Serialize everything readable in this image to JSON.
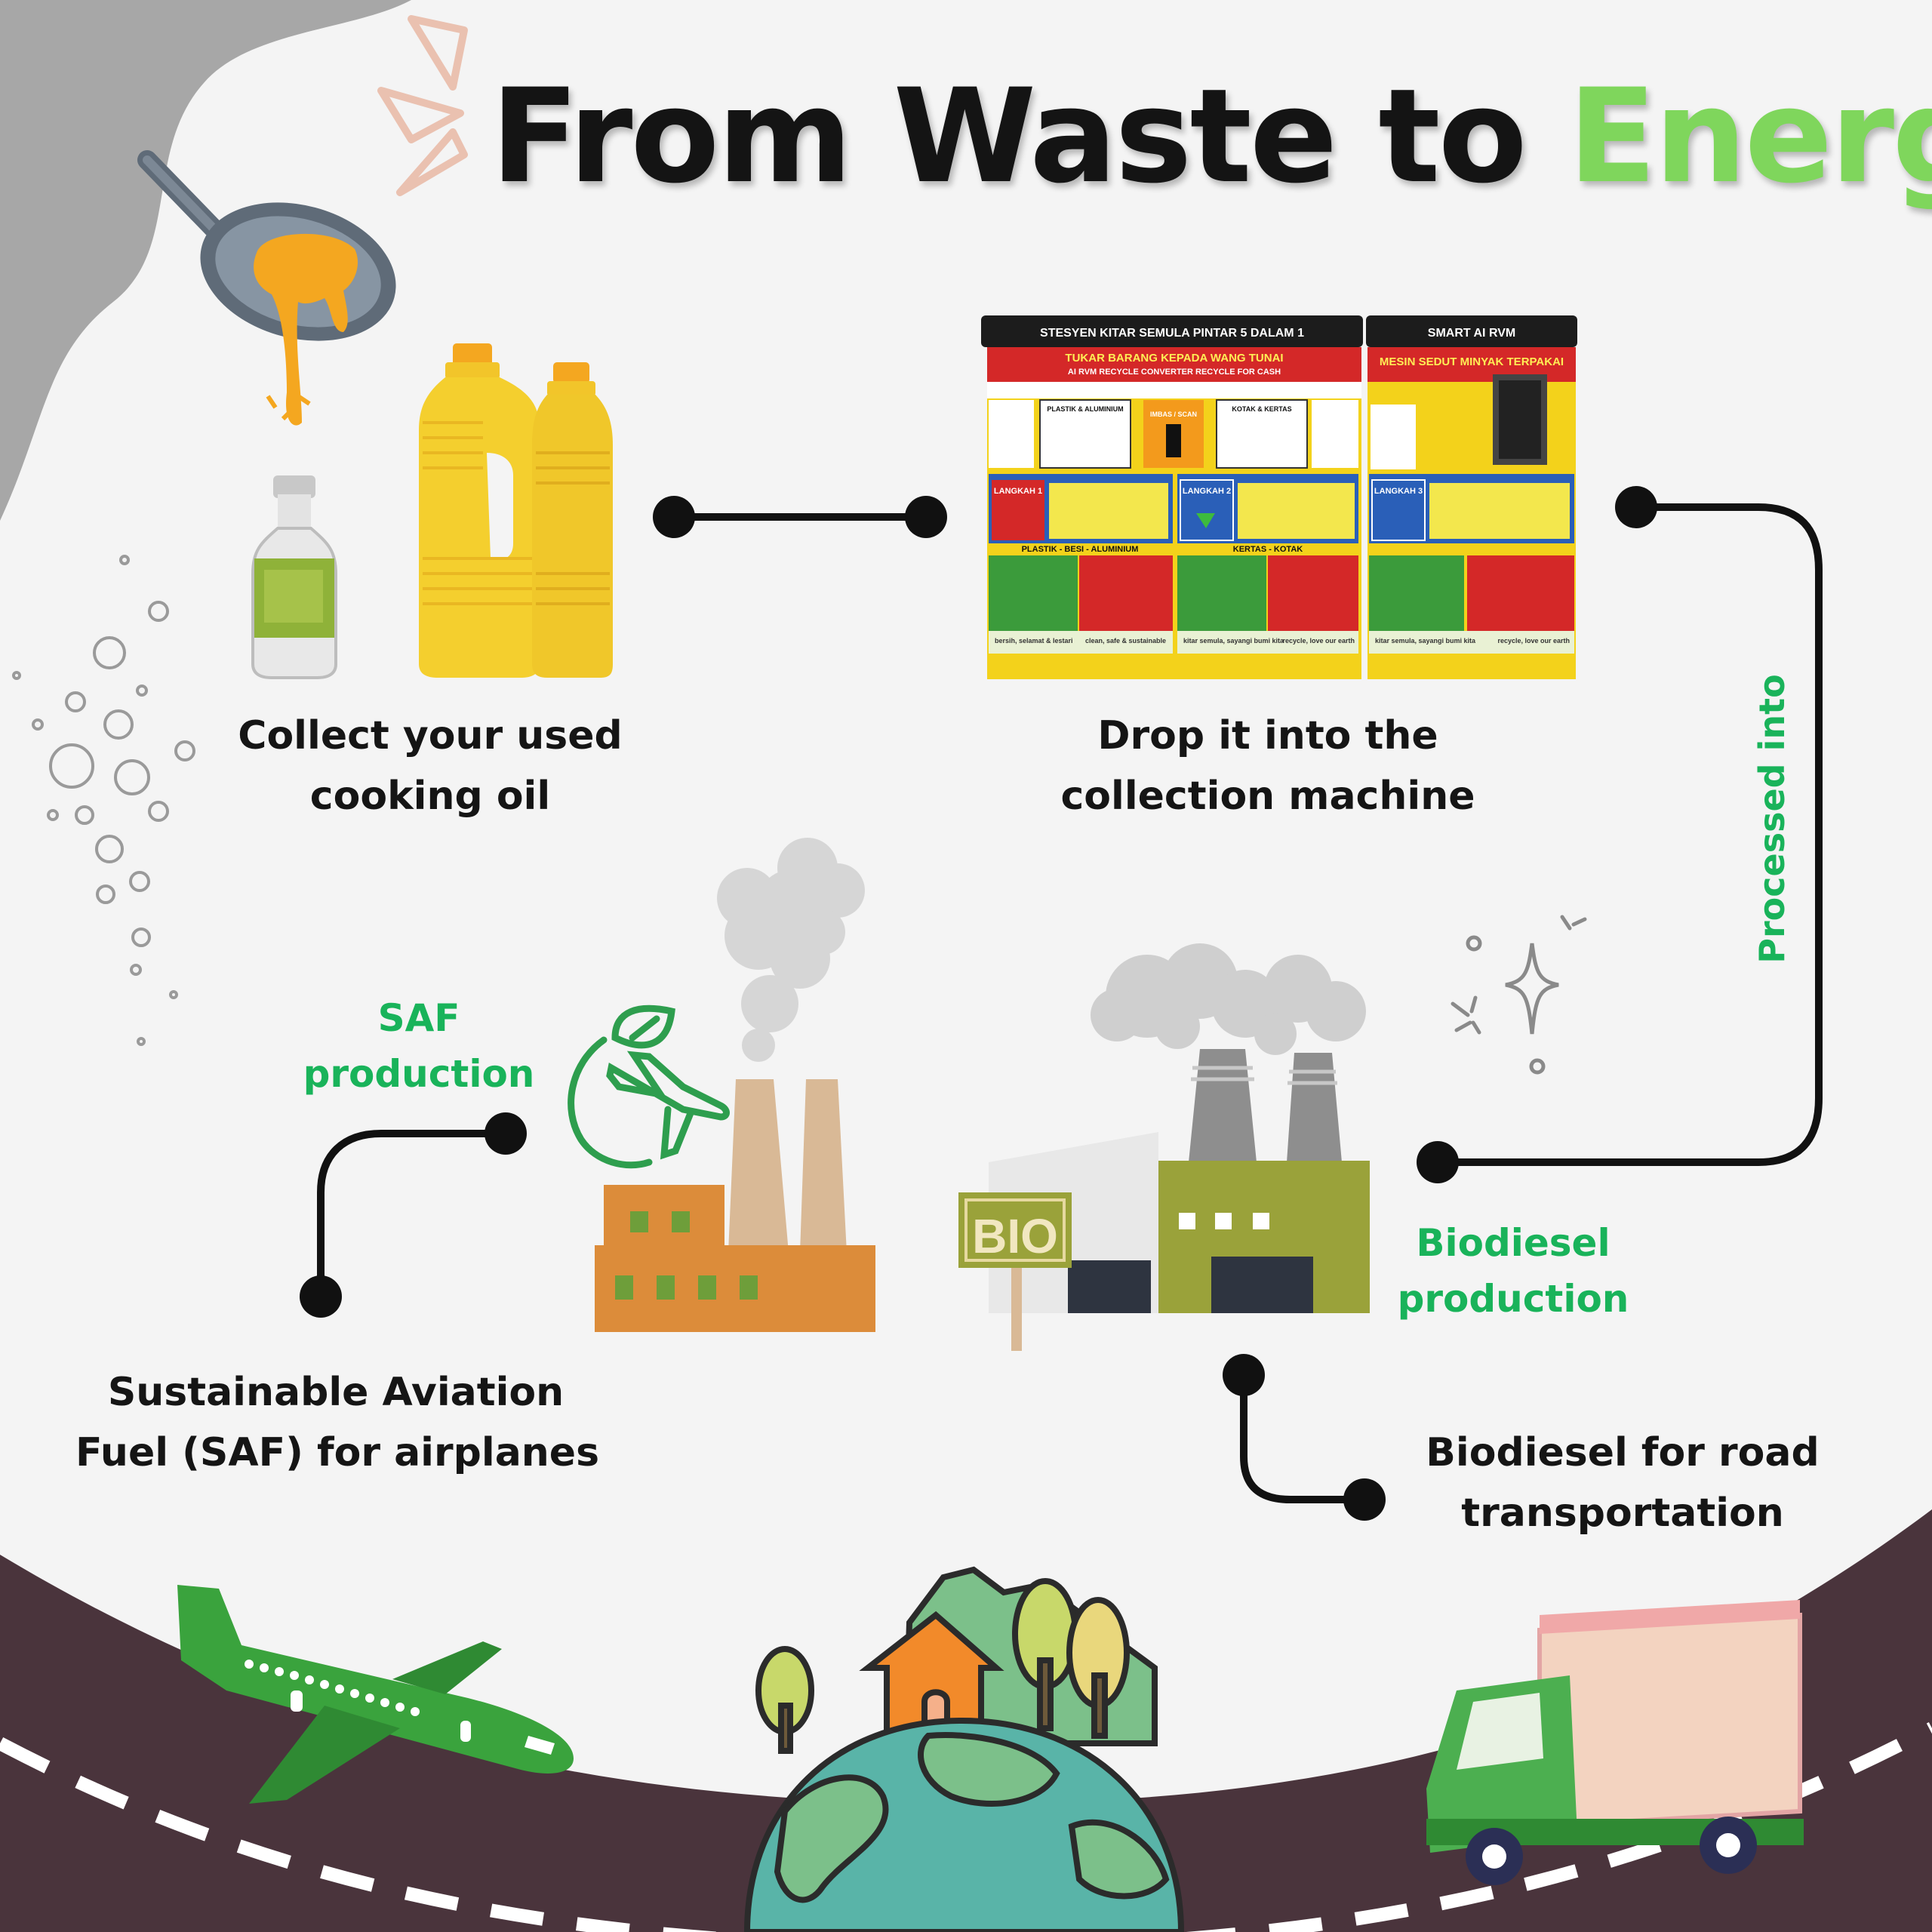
{
  "title": {
    "main": "From Waste to ",
    "accent": "Energy"
  },
  "steps": [
    {
      "line1": "Collect your used",
      "line2": "cooking oil"
    },
    {
      "line1": "Drop it into the",
      "line2": "collection machine"
    },
    {
      "line1": "Sustainable Aviation",
      "line2": "Fuel (SAF) for airplanes"
    },
    {
      "line1": "Biodiesel for road",
      "line2": "transportation"
    }
  ],
  "labels": {
    "saf": {
      "line1": "SAF",
      "line2": "production"
    },
    "biodiesel": {
      "line1": "Biodiesel",
      "line2": "production"
    },
    "processed": "Processed into"
  },
  "machine": {
    "left_header": "STESYEN KITAR SEMULA PINTAR 5 DALAM 1",
    "right_header": "SMART AI RVM",
    "left_banner": "TUKAR BARANG KEPADA WANG TUNAI",
    "left_sub": "AI RVM RECYCLE CONVERTER RECYCLE FOR CASH",
    "right_banner": "MESIN SEDUT MINYAK TERPAKAI",
    "plastik": "PLASTIK & ALUMINIUM",
    "kotak": "KOTAK & KERTAS",
    "imbas": "IMBAS / SCAN",
    "langkah1": "LANGKAH 1",
    "langkah2": "LANGKAH 2",
    "langkah3": "LANGKAH 3",
    "strip1": "PLASTIK - BESI - ALUMINIUM",
    "strip2": "KERTAS - KOTAK",
    "footer1": "bersih, selamat & lestari",
    "footer1b": "clean, safe & sustainable",
    "footer2": "kitar semula, sayangi bumi kita",
    "footer2b": "recycle, love our earth",
    "footer3": "kitar semula, sayangi bumi kita",
    "footer3b": "recycle, love our earth"
  },
  "bio_sign": "BIO",
  "colors": {
    "accent_green": "#7fd65c",
    "label_green": "#19b35a",
    "road": "#4a343c",
    "connector": "#111111"
  },
  "icons": [
    "frying-pan-icon",
    "oil-bottle-icon",
    "airplane-icon",
    "leaf-icon",
    "factory-icon",
    "truck-icon",
    "earth-icon",
    "sparkle-icon"
  ]
}
